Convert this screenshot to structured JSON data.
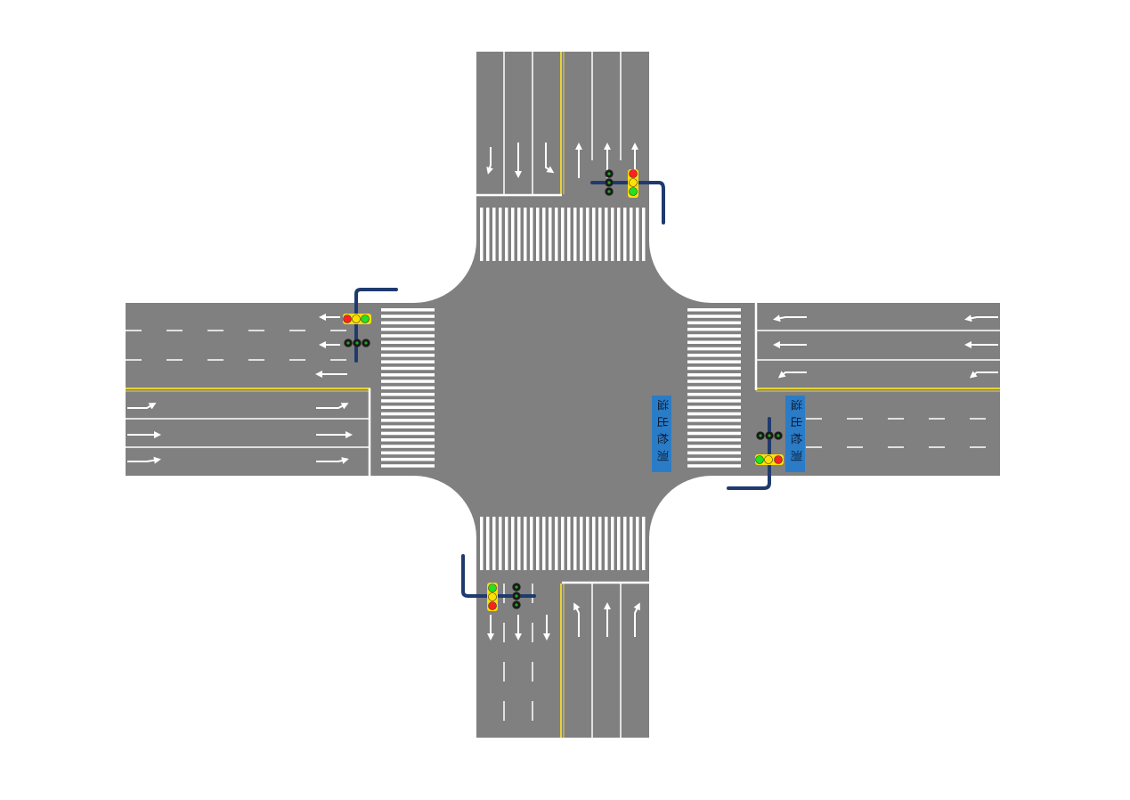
{
  "colors": {
    "background": "#ffffff",
    "road": "#808080",
    "marking_white": "#ffffff",
    "marking_yellow": "#e6d23a",
    "signal_pole": "#1f3b6e",
    "light_red": "#ff2020",
    "light_yellow": "#ffe000",
    "light_green": "#22e022",
    "light_dark": "#1a1a1a",
    "detector_box": "#2a7cc7"
  },
  "detectors": [
    {
      "name": "center",
      "text": "溢出检测"
    },
    {
      "name": "east",
      "text": "溢出检测"
    }
  ],
  "signals": [
    {
      "name": "north",
      "lights": [
        "red",
        "yellow",
        "green"
      ],
      "arrow_lights": [
        "left",
        "straight",
        "right"
      ]
    },
    {
      "name": "west",
      "lights": [
        "red",
        "yellow",
        "green"
      ],
      "arrow_lights": [
        "left",
        "straight",
        "right"
      ]
    },
    {
      "name": "east",
      "lights": [
        "green",
        "yellow",
        "red"
      ],
      "arrow_lights": [
        "left",
        "straight",
        "right"
      ]
    },
    {
      "name": "south",
      "lights": [
        "green",
        "yellow",
        "red"
      ],
      "arrow_lights": [
        "left",
        "straight",
        "right"
      ]
    }
  ]
}
